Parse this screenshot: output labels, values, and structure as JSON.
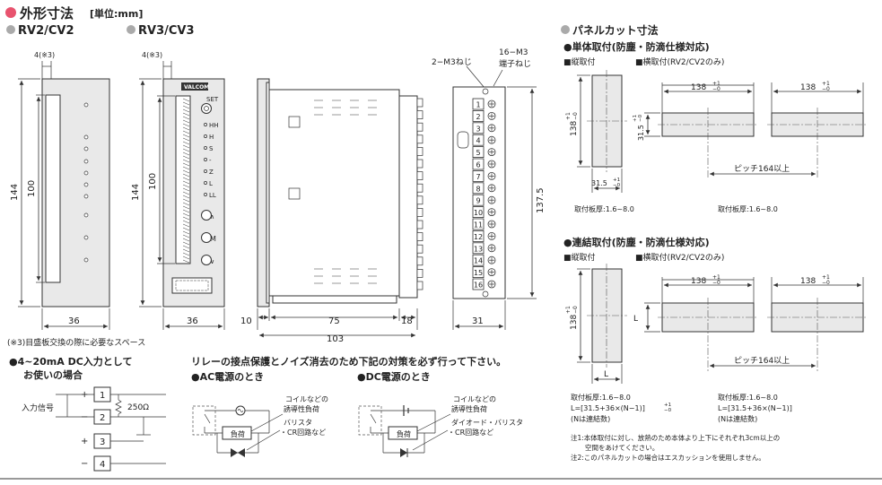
{
  "title": {
    "main": "外形寸法",
    "unit": "[単位:mm]",
    "accent": "#e8536e"
  },
  "rv2": {
    "label": "RV2/CV2",
    "note_dim": "4(※3)",
    "dim_height": "144",
    "dim_scale": "100",
    "dim_width": "36"
  },
  "rv3": {
    "label": "RV3/CV3",
    "note_dim": "4(※3)",
    "dim_height": "144",
    "dim_scale": "100",
    "dim_width": "36",
    "brand": "VALCOM",
    "set_label": "SET",
    "leds": [
      "HH",
      "H",
      "S",
      "Z",
      "L",
      "LL"
    ],
    "led_dash": "-",
    "buttons": [
      "∧",
      "M",
      "∨"
    ]
  },
  "side": {
    "d10": "10",
    "d75": "75",
    "d18": "18",
    "d103": "103"
  },
  "terminal": {
    "label_screw_pair": "2−M3ねじ",
    "label_terminals": "16−M3",
    "label_terminal_screw": "端子ねじ",
    "numbers": [
      "1",
      "2",
      "3",
      "4",
      "5",
      "6",
      "7",
      "8",
      "9",
      "10",
      "11",
      "12",
      "13",
      "14",
      "15",
      "16"
    ],
    "dim_height": "137.5",
    "dim_width": "31"
  },
  "footnote_scale": "(※3)目盛板交換の際に必要なスペース",
  "input_section": {
    "heading_line1": "●4~20mA DC入力として",
    "heading_line2": "お使いの場合",
    "signal_label": "入力信号",
    "plus": "+",
    "minus": "−",
    "terminals": [
      "1",
      "2",
      "3",
      "4"
    ],
    "resistor": "250Ω"
  },
  "relay": {
    "heading": "リレーの接点保護とノイズ消去のため下記の対策を必ず行って下さい。",
    "ac": {
      "heading": "●AC電源のとき",
      "coil_line1": "コイルなどの",
      "coil_line2": "誘導性負荷",
      "varistor": "バリスタ",
      "cr": "・CR回路など",
      "load": "負荷"
    },
    "dc": {
      "heading": "●DC電源のとき",
      "coil_line1": "コイルなどの",
      "coil_line2": "誘導性負荷",
      "varistor": "ダイオード・バリスタ",
      "cr": "・CR回路など",
      "load": "負荷"
    }
  },
  "panel": {
    "heading": "パネルカット寸法",
    "single": {
      "heading": "●単体取付(防塵・防滴仕様対応)",
      "vertical": "■縦取付",
      "horizontal": "■横取付(RV2/CV2のみ)",
      "dim_138": "138",
      "tol_plus": "+1",
      "tol_zero": "−0",
      "dim_315": "31.5",
      "pitch": "ピッチ164以上",
      "thickness_v": "取付板厚:1.6~8.0",
      "thickness_h": "取付板厚:1.6~8.0"
    },
    "gang": {
      "heading": "●連結取付(防塵・防滴仕様対応)",
      "vertical": "■縦取付",
      "horizontal": "■横取付(RV2/CV2のみ)",
      "dim_138": "138",
      "tol_plus": "+1",
      "tol_zero": "−0",
      "dim_L": "L",
      "pitch": "ピッチ164以上",
      "thickness_v": "取付板厚:1.6~8.0",
      "formula_v": "L=[31.5+36×(N−1)]",
      "formula_tol_plus": "+1",
      "formula_tol_zero": "−0",
      "n_note_v": "(Nは連結数)",
      "thickness_h": "取付板厚:1.6~8.0",
      "formula_h": "L=[31.5+36×(N−1)]",
      "n_note_h": "(Nは連結数)"
    },
    "note1_line1": "注1:本体取付に対し、放熱のため本体より上下にそれぞれ3cm以上の",
    "note1_line2": "空間をあけてください。",
    "note2": "注2:このパネルカットの場合はエスカッションを使用しません。"
  }
}
